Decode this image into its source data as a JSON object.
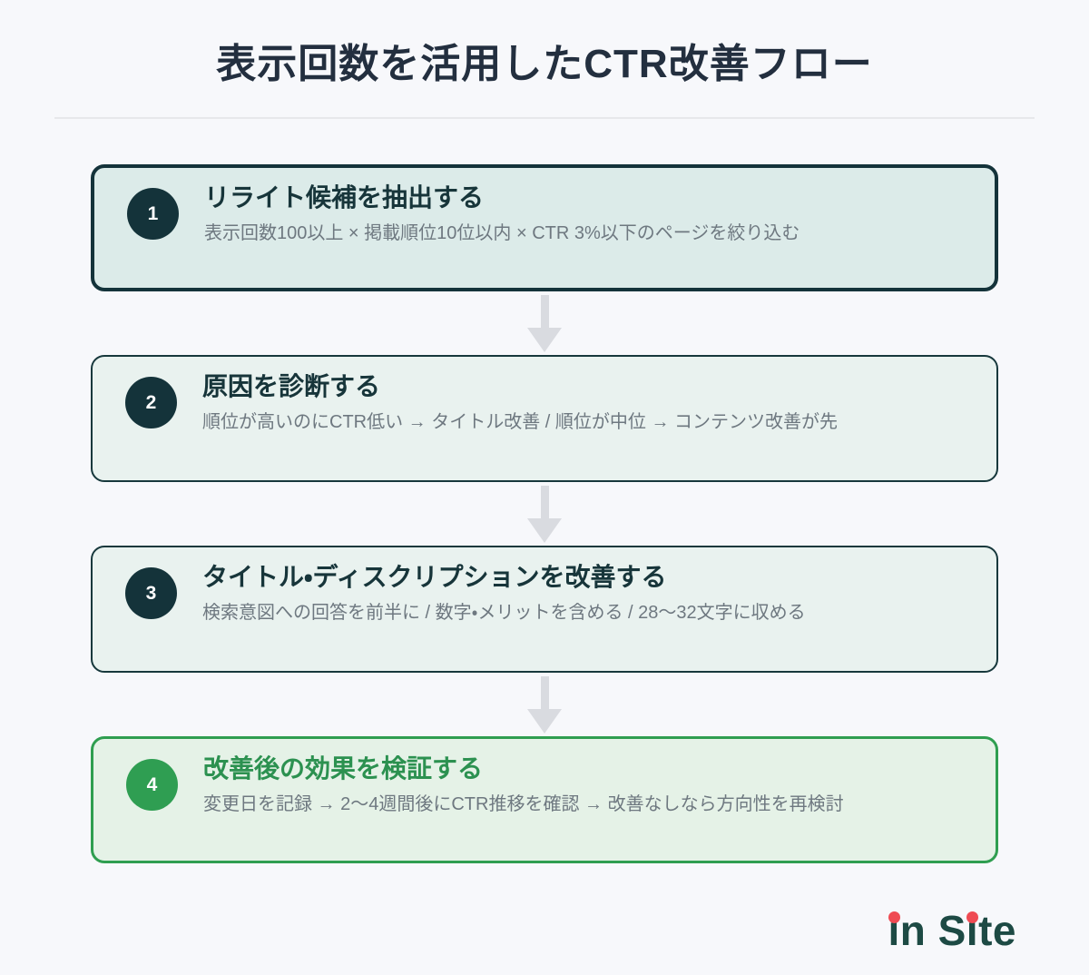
{
  "page": {
    "title": "表示回数を活用したCTR改善フロー"
  },
  "steps": [
    {
      "number": "1",
      "title": "リライト候補を抽出する",
      "description": "表示回数100以上 × 掲載順位10位以内 × CTR 3%以下のページを絞り込む"
    },
    {
      "number": "2",
      "title": "原因を診断する",
      "description": "順位が高いのにCTR低い → タイトル改善 / 順位が中位 → コンテンツ改善が先"
    },
    {
      "number": "3",
      "title": "タイトル・ディスクリプションを改善する",
      "description": "検索意図への回答を前半に / 数字・メリットを含める / 28〜32文字に収める"
    },
    {
      "number": "4",
      "title": "改善後の効果を検証する",
      "description": "変更日を記録 → 2〜4週間後にCTR推移を確認 → 改善なしなら方向性を再検討"
    }
  ],
  "logo": {
    "text": "in Site"
  },
  "colors": {
    "accent_dark_teal": "#14333a",
    "accent_green": "#2f9e50",
    "step1_background": "#dcebe9",
    "step_background": "#e9f2ef",
    "step4_background": "#e5f2e7",
    "title_navy": "#232f3f",
    "description_gray": "#6e7880",
    "arrow_gray": "#d9dbe0",
    "logo_green": "#1d4a44",
    "logo_dot_red": "#ef4b53"
  }
}
